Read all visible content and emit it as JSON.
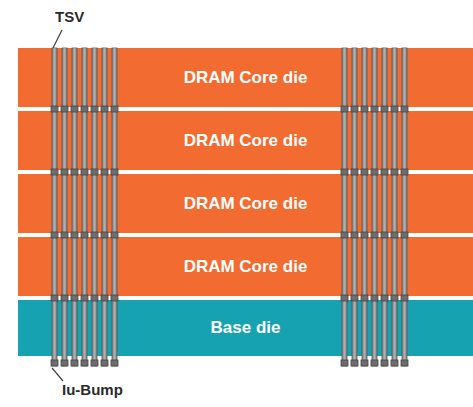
{
  "diagram": {
    "nodes": [
      {
        "text": [
          "DRAM Core die"
        ]
      },
      {
        "text": [
          "DRAM Core die"
        ]
      },
      {
        "text": [
          "DRAM Core die"
        ]
      },
      {
        "text": [
          "DRAM Core die"
        ]
      },
      {
        "text": [
          "Base die"
        ]
      }
    ],
    "labels": [
      "TSV",
      "Iu-Bump"
    ]
  }
}
